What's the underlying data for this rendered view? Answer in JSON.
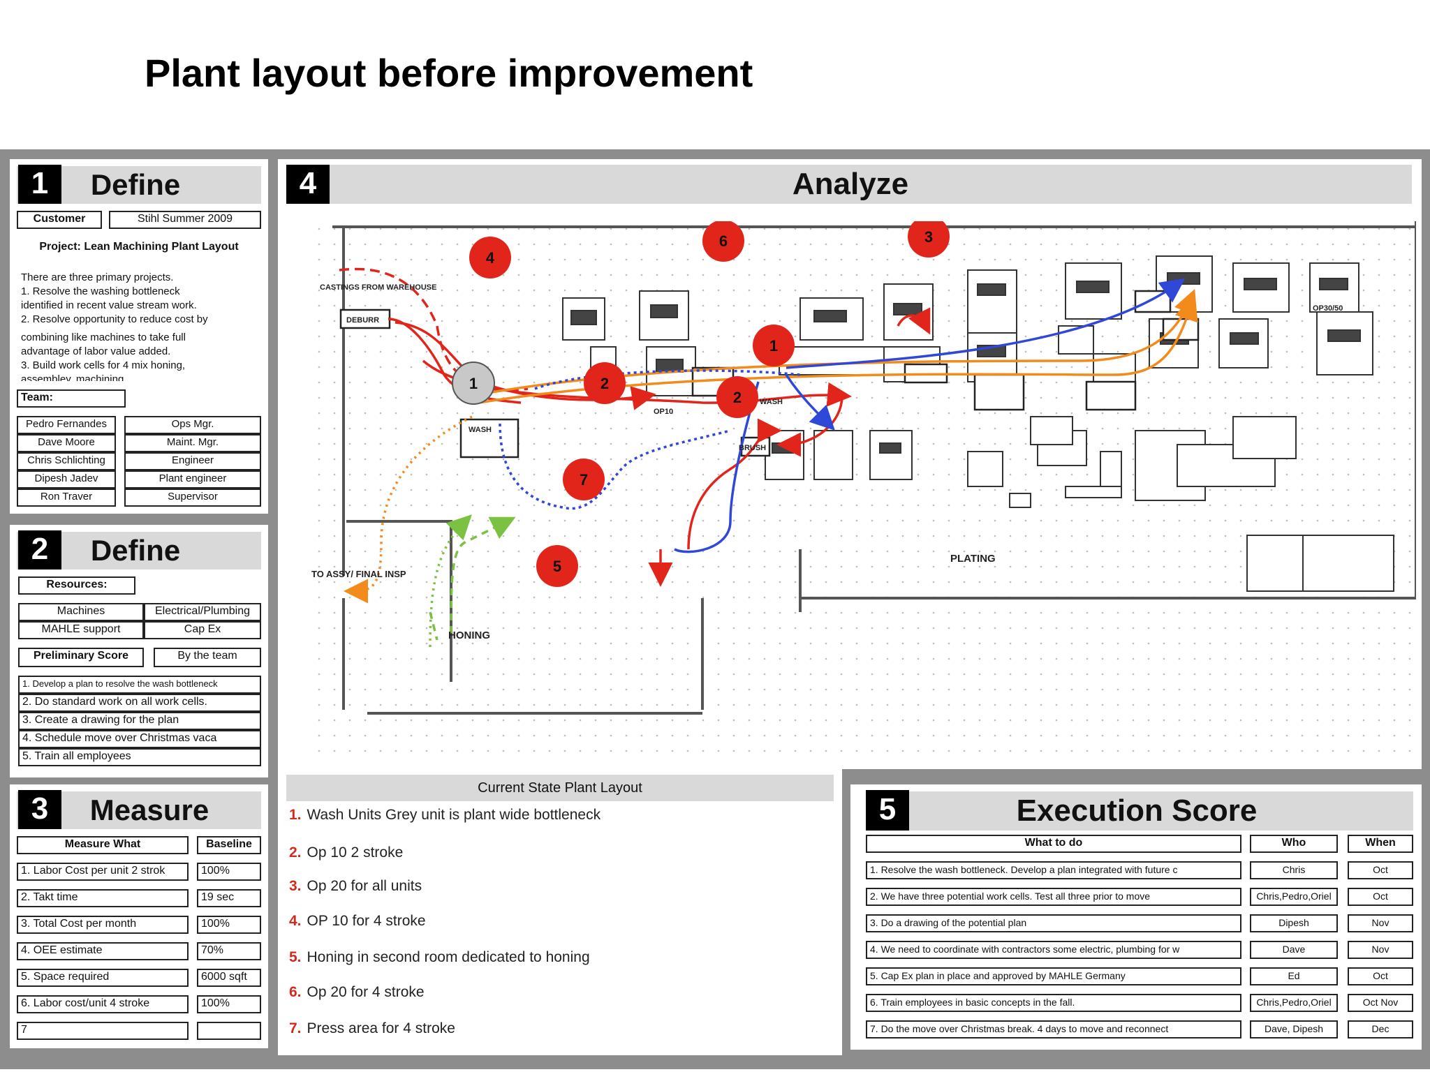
{
  "page_title": "Plant layout before improvement",
  "colors": {
    "frame": "#8d8d8d",
    "header_band": "#d9d9d9",
    "marker_red": "#e2251b",
    "marker_grey": "#c8c8c8",
    "list_number": "#d42a1d"
  },
  "panel1": {
    "number": "1",
    "title": "Define",
    "customer_label": "Customer",
    "customer_value": "Stihl     Summer 2009",
    "project_title": "Project: Lean Machining  Plant Layout",
    "project_lines": [
      "There are three primary projects.",
      "1. Resolve the washing bottleneck",
      "identified in recent value stream work.",
      "2. Resolve opportunity to reduce cost by",
      "combining like machines to take full",
      "advantage of labor value added.",
      "3. Build work cells for 4 mix honing,",
      "assembley, machining"
    ],
    "team_label": "Team:",
    "team": [
      {
        "name": "Pedro Fernandes",
        "role": "Ops Mgr."
      },
      {
        "name": "Dave Moore",
        "role": "Maint. Mgr."
      },
      {
        "name": "Chris Schlichting",
        "role": "Engineer"
      },
      {
        "name": "Dipesh Jadev",
        "role": "Plant engineer"
      },
      {
        "name": "Ron Traver",
        "role": "Supervisor"
      }
    ]
  },
  "panel2": {
    "number": "2",
    "title": "Define",
    "resources_label": "Resources:",
    "resources": [
      [
        "Machines",
        "Electrical/Plumbing"
      ],
      [
        "MAHLE support",
        "Cap Ex"
      ]
    ],
    "score_label": "Preliminary Score",
    "score_value": "By the team",
    "items": [
      "1. Develop a plan to resolve the wash bottleneck",
      "2. Do standard work on all work cells.",
      "3. Create a drawing for the plan",
      "4.  Schedule move over Christmas vaca",
      "5.  Train all employees"
    ]
  },
  "panel3": {
    "number": "3",
    "title": "Measure",
    "col1": "Measure What",
    "col2": "Baseline",
    "rows": [
      [
        "1. Labor Cost per unit 2 strok",
        "100%"
      ],
      [
        "2. Takt time",
        "19 sec"
      ],
      [
        "3.  Total Cost per month",
        "100%"
      ],
      [
        "4. OEE estimate",
        "70%"
      ],
      [
        "5. Space required",
        "6000 sqft"
      ],
      [
        "6. Labor cost/unit 4 stroke",
        "100%"
      ],
      [
        "7",
        ""
      ]
    ]
  },
  "panel4": {
    "number": "4",
    "title": "Analyze",
    "map_labels": {
      "castings": "CASTINGS FROM WAREHOUSE",
      "deburr": "DEBURR",
      "wash_left": "WASH",
      "wash_right": "WASH",
      "op10": "OP10",
      "brush": "BRUSH",
      "plating": "PLATING",
      "assy": "TO ASSY/ FINAL INSP",
      "honing": "HONING",
      "op30": "OP30/50"
    },
    "markers": [
      "1",
      "2",
      "2",
      "3",
      "4",
      "5",
      "6",
      "7",
      "1"
    ],
    "caption": "Current State Plant Layout",
    "list": [
      {
        "n": "1.",
        "text": "Wash Units   Grey unit is plant wide bottleneck"
      },
      {
        "n": "2.",
        "text": "Op 10 2 stroke"
      },
      {
        "n": "3.",
        "text": "Op 20 for all units"
      },
      {
        "n": "4.",
        "text": "OP 10 for 4 stroke"
      },
      {
        "n": "5.",
        "text": "Honing in second room dedicated to honing"
      },
      {
        "n": "6.",
        "text": "Op 20 for 4 stroke"
      },
      {
        "n": "7.",
        "text": "Press area for 4 stroke"
      }
    ]
  },
  "panel5": {
    "number": "5",
    "title": "Execution Score",
    "col_what": "What to do",
    "col_who": "Who",
    "col_when": "When",
    "rows": [
      [
        "1.  Resolve the wash bottleneck.  Develop a plan integrated with future c",
        "Chris",
        "Oct"
      ],
      [
        "2.  We have three potential work cells.   Test all three prior to move",
        "Chris,Pedro,Oriel",
        "Oct"
      ],
      [
        "3. Do a drawing of the potential plan",
        "Dipesh",
        "Nov"
      ],
      [
        "4.  We need to coordinate with contractors some electric, plumbing for w",
        "Dave",
        "Nov"
      ],
      [
        "5.  Cap Ex plan in place and approved by MAHLE Germany",
        "Ed",
        "Oct"
      ],
      [
        "6. Train employees in basic concepts in the fall.",
        "Chris,Pedro,Oriel",
        "Oct Nov"
      ],
      [
        "7.  Do the move over Christmas break.   4 days to move and reconnect",
        "Dave, Dipesh",
        "Dec"
      ]
    ]
  }
}
